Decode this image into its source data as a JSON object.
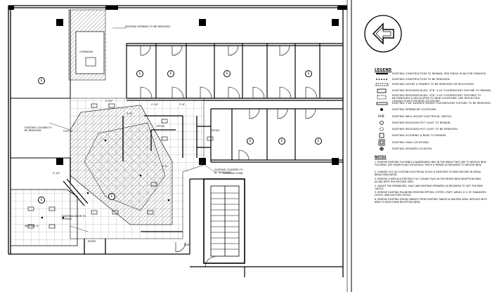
{
  "legend": {
    "title": "LEGEND",
    "items": [
      {
        "icon": "wall-to-remain-icon",
        "text": "EXISTING CONSTRUCTION TO REMAIN. SEE FINISH PLAN FOR FINISHES."
      },
      {
        "icon": "wall-to-remove-icon",
        "text": "EXISTING CONSTRUCTION TO BE REMOVED."
      },
      {
        "icon": "door-removed-icon",
        "text": "EXISTING DOORS & FRAMES TO BE REMOVED OR RELOCATED."
      },
      {
        "icon": "ceiling-light-icon",
        "text": "EXISTING RECESSED BLDG. STD. 2'x4' FLUORESCENT FIXTURE TO REMAIN."
      },
      {
        "icon": "ceiling-light-removed-icon",
        "text": "EXISTING RECESSED BLDG. STD. 2'x4' FLUORESCENT FIXTURES TO BE REMOVED & RELOCATED TO NEW LOCATIONS. SEE REFLECTED CEILING PLAN FOR NEW LOCATIONS."
      },
      {
        "icon": "suspended-fixture-icon",
        "text": "EXISTING 1'x8' SURFACE MOUNT FLUORESCENT FIXTURE TO BE REMOVED."
      },
      {
        "icon": "sprinkler-icon",
        "text": "EXISTING SPRINKLER LOCATIONS."
      },
      {
        "icon": "switch-icon",
        "text": "EXISTING WALL MOUNT ELECTRICAL SWITCH."
      },
      {
        "icon": "recessed-light-icon",
        "text": "EXISTING RECESSED POT LIGHT TO REMAIN."
      },
      {
        "icon": "recessed-light-removed-icon",
        "text": "EXISTING RECESSED POT LIGHT TO BE REMOVED."
      },
      {
        "icon": "floor-box-icon",
        "text": "EXISTING FLOORING & BASE TO REMAIN."
      },
      {
        "icon": "hvac-icon",
        "text": "EXISTING HVAC LOCATIONS."
      },
      {
        "icon": "speaker-icon",
        "text": "EXISTING SPEAKER LOCATION."
      }
    ]
  },
  "notes": {
    "title": "NOTES",
    "items": [
      "1. REMOVE EXISTING FLOORING & BASEBOARD ONLY IN THE AREAS THAT ARE TO RECEIVE NEW FLOORING. SEE FINISH PLAN FOR DETAILS. PATCH & REPAIR AS REQUIRED TO RECEIVE NEW.",
      "2. CHANGE OUT ALL EXISTING ELECTRICAL PLUGS & SWITCHES TO DATA DECORA IN AREAS BEING RENOVATED.",
      "3. REMOVE & REPLACE EXISTING 2'x4' CEILING TILES IN THE ENTIRE NEW RECEPTION AREA ALONG WITH THE EXISTING GRID.",
      "4. ADJUST THE SPRINKLERS, HVAC AND EXISTING SPEAKERS AS REQUIRED TO SUIT THE NEW LAYOUT.",
      "5. REMOVE EXISTING MILLWORK FROM RECEPTION, COFFEE, STAFF, AREAS 'A' & 'B', MANAGERS OFFICE, AND DOCTORS OFFICE.",
      "6. REMOVE EXISTING GREEN GRANITE FROM EXISTING TABLES IN WAITING AREA. REPLACE WITH NEW TO MATCH NEW RECEPTION DESK."
    ]
  },
  "plan_labels": {
    "existing_door_tag": "EXISTING OPENING TO BE REMOVED",
    "corridor": "CORRIDOR",
    "coffee": "COFFEE",
    "waiting": "WAITING 'A'",
    "office_a": "OFFICE",
    "office_b": "OFFICE",
    "entry": "ENTRY",
    "exit": "EXIT",
    "stair_note": "EXISTING STAIR",
    "dim_1": "2'-10\"",
    "dim_2": "3'-6\"",
    "dim_3": "5'-10\"",
    "dim_4": "3'-6\"",
    "dim_5": "4'-4\"",
    "dim_6": "2'-10\"",
    "note_left": "EXISTING COLUMN TO BE REMOVED",
    "note_mid": "EXISTING COUNTER TO BE REMOVED",
    "note_bottom": "EXISTING DOOR TO REMAIN"
  },
  "room_marks": [
    "E",
    "E",
    "E",
    "E",
    "E",
    "E",
    "E",
    "E",
    "E",
    "E"
  ]
}
